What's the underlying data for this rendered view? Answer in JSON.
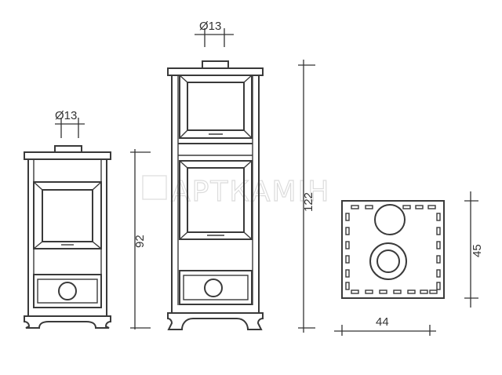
{
  "labels": {
    "small_flue": "Ø13",
    "tall_flue": "Ø13",
    "small_height": "92",
    "tall_height": "122",
    "plan_depth": "45",
    "plan_width": "44"
  },
  "watermark": "АРТКАМІН"
}
